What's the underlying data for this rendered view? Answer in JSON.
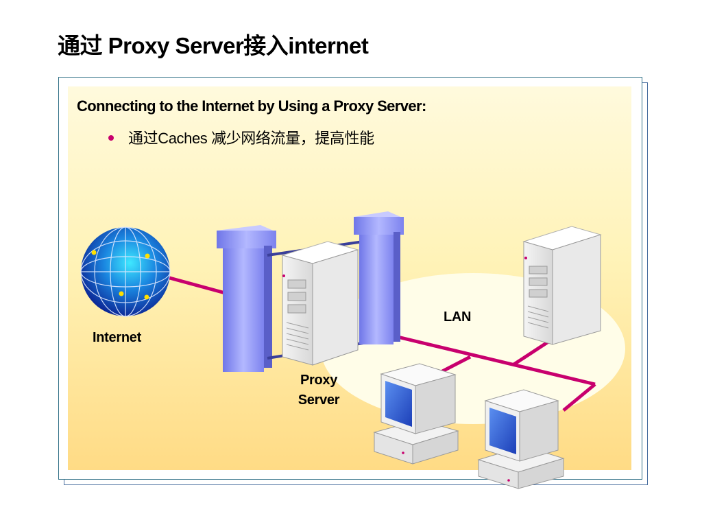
{
  "slide": {
    "title": "通过 Proxy Server接入internet",
    "heading": "Connecting to the Internet by Using a Proxy Server:",
    "bullet": "通过Caches 减少网络流量，提高性能"
  },
  "diagram": {
    "internet_label": "Internet",
    "lan_label": "LAN",
    "proxy_label_line1": "Proxy",
    "proxy_label_line2": "Server"
  },
  "colors": {
    "cable": "#c8006e",
    "panel_border": "#2f6f86",
    "globe": "#1c7fd8",
    "pillar": "#8a8ff0"
  },
  "icons": [
    "globe-icon",
    "firewall-pillar-icon",
    "server-tower-icon",
    "desktop-computer-icon"
  ]
}
